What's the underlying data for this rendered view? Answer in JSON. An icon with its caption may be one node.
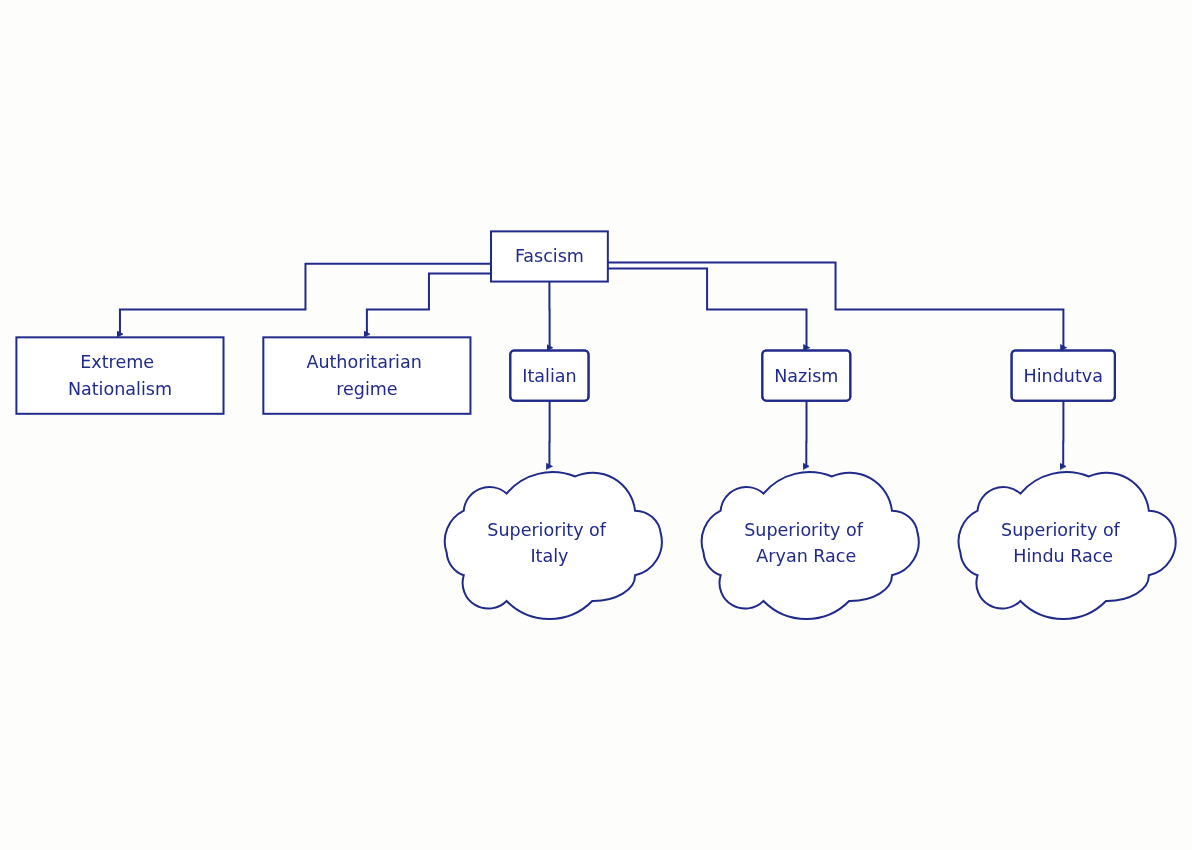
{
  "diagram": {
    "nodes": [
      {
        "text": [
          "Fascism"
        ]
      },
      {
        "text": [
          "Extreme Nationalism"
        ]
      },
      {
        "text": [
          "Authoritarian regime"
        ]
      },
      {
        "text": [
          "Italian"
        ]
      },
      {
        "text": [
          "Nazism"
        ]
      },
      {
        "text": [
          "Hindutva"
        ]
      },
      {
        "text": [
          "Superiority of Italy"
        ]
      },
      {
        "text": [
          "Superiority of Aryan Race"
        ]
      },
      {
        "text": [
          "Superiority of Hindu Race"
        ]
      }
    ],
    "edges": [
      {
        "from": 0,
        "to": 1,
        "arrow": "to"
      },
      {
        "from": 0,
        "to": 2,
        "arrow": "to"
      },
      {
        "from": 0,
        "to": 3,
        "arrow": "to"
      },
      {
        "from": 0,
        "to": 4,
        "arrow": "to"
      },
      {
        "from": 0,
        "to": 5,
        "arrow": "to"
      },
      {
        "from": 3,
        "to": 6,
        "arrow": "to"
      },
      {
        "from": 4,
        "to": 7,
        "arrow": "to"
      },
      {
        "from": 5,
        "to": 8,
        "arrow": "to"
      }
    ]
  }
}
